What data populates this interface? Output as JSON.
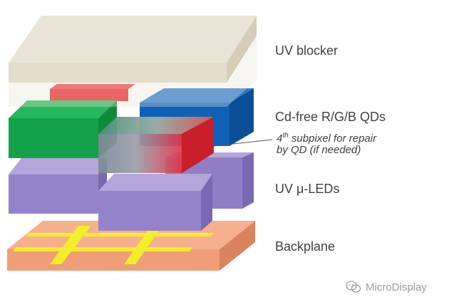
{
  "layers": {
    "uv_blocker": "UV blocker",
    "qds": "Cd-free R/G/B QDs",
    "repair_line1_pre": "4",
    "repair_line1_sup": "th",
    "repair_line1_post": " subpixel for repair",
    "repair_line2": "by QD (if needed)",
    "uv_leds": "UV μ-LEDs",
    "backplane": "Backplane"
  },
  "watermark": {
    "text": "MicroDisplay",
    "icon": "wechat-icon"
  },
  "colors": {
    "uv_blocker": "#e3dccb",
    "red": "#e8222b",
    "green": "#13a24a",
    "blue": "#0f61b8",
    "leds": "#9a88cc",
    "backplane": "#f0a07a",
    "traces": "#f2ee2a"
  }
}
